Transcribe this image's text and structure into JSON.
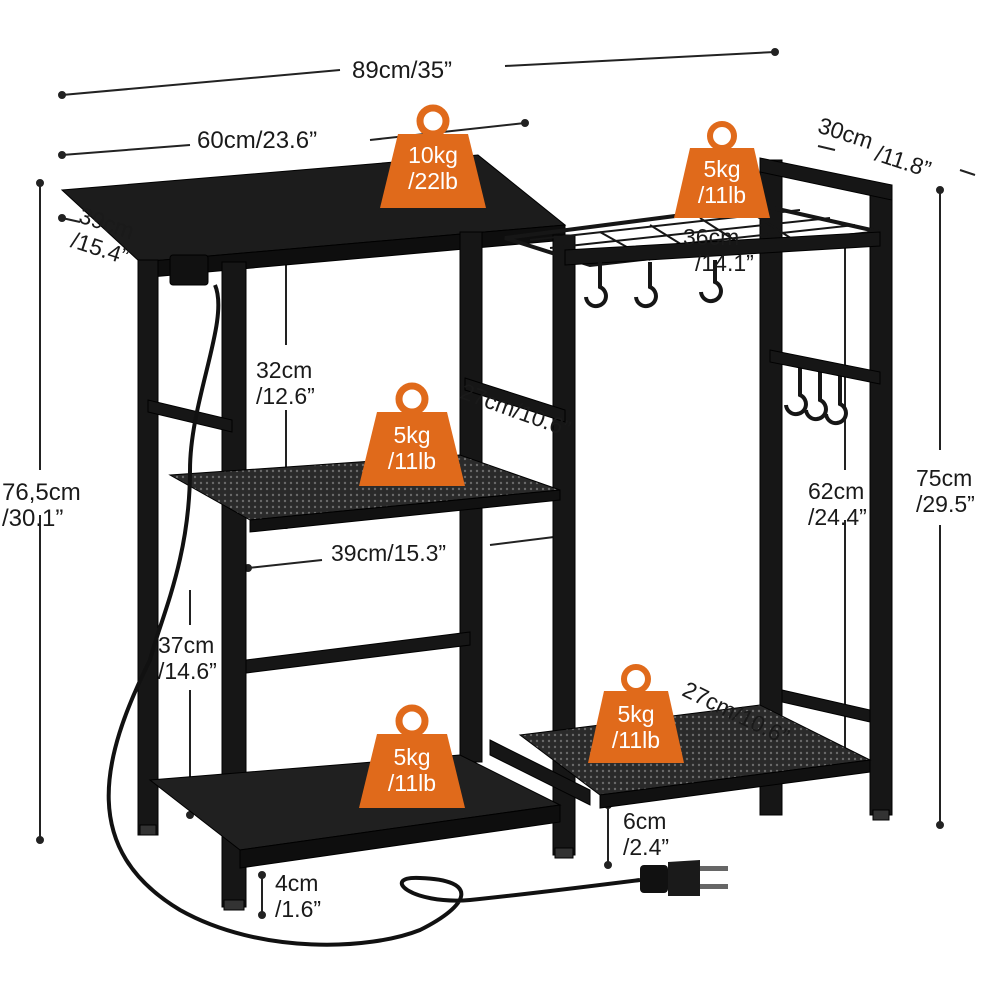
{
  "colors": {
    "frame": "#161616",
    "badge": "#e06a1b",
    "text": "#1a1a1a",
    "line": "#222222"
  },
  "dimensions": {
    "total_width": "89cm/35”",
    "top_width": "60cm/23.6”",
    "top_depth_1": "39cm",
    "top_depth_2": "/15.4”",
    "rack_depth_1": "30cm",
    "rack_depth_2": "/11.8”",
    "rack_width_1": "36cm",
    "rack_width_2": "/14.1”",
    "upper_gap_1": "32cm",
    "upper_gap_2": "/12.6”",
    "shelf_depth": "27cm/10.6”",
    "shelf_width": "39cm/15.3”",
    "total_height_1": "76,5cm",
    "total_height_2": "/30.1”",
    "right_height_1": "75cm",
    "right_height_2": "/29.5”",
    "rack_height_1": "62cm",
    "rack_height_2": "/24.4”",
    "lower_gap_1": "37cm",
    "lower_gap_2": "/14.6”",
    "bottom_shelf_depth": "27cm/10.6”",
    "right_clearance_1": "6cm",
    "right_clearance_2": "/2.4”",
    "left_clearance_1": "4cm",
    "left_clearance_2": "/1.6”"
  },
  "weights": {
    "top": {
      "line1": "10kg",
      "line2": "/22lb"
    },
    "rack": {
      "line1": "5kg",
      "line2": "/11lb"
    },
    "middle_shelf": {
      "line1": "5kg",
      "line2": "/11lb"
    },
    "bottom_shelf": {
      "line1": "5kg",
      "line2": "/11lb"
    },
    "bottom_rack": {
      "line1": "5kg",
      "line2": "/11lb"
    }
  }
}
